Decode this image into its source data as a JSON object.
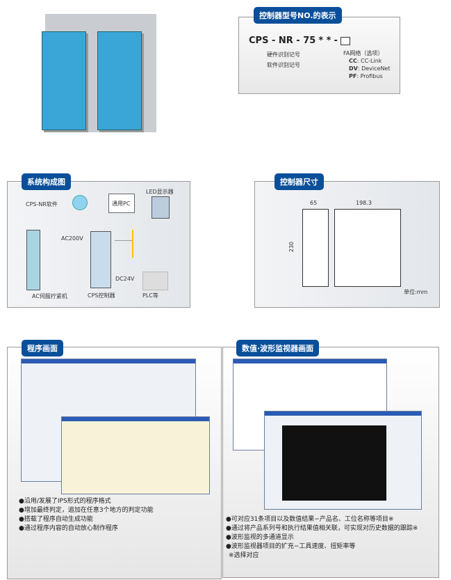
{
  "model": {
    "title": "控制器型号NO.的表示",
    "code": "CPS - NR - 75",
    "stars": "* *",
    "dash": "-",
    "hw": "硬件识别记号",
    "sw": "软件识别记号",
    "fa": "FA网络（选项）",
    "options": [
      {
        "k": "CC",
        "v": ": CC-Link"
      },
      {
        "k": "DV",
        "v": ": DeviceNet"
      },
      {
        "k": "PF",
        "v": ": Profibus"
      }
    ]
  },
  "system": {
    "title": "系统构成图",
    "software": "CPS-NR软件",
    "pc": "通用PC",
    "led": "LED显示器",
    "ac200": "AC200V",
    "dc24": "DC24V",
    "servo": "AC伺服拧紧机",
    "controller": "CPS控制器",
    "plc": "PLC等"
  },
  "dimensions": {
    "title": "控制器尺寸",
    "width": "65",
    "depth": "198.3",
    "height": "230",
    "unit": "单位:mm"
  },
  "program": {
    "title": "程序画面",
    "bullets": [
      "●沿用/发展了IPS形式的程序格式",
      "●增加最终判定，追加在任意3个地方的判定功能",
      "●搭载了程序自动生成功能",
      "●通过程序内容的自动放心制作程序"
    ]
  },
  "monitor": {
    "title": "数值·波形监视器画面",
    "bullets": [
      "●可对应31条项目以及数值结果−产品名、工位名称等项目※",
      "●通过将产品系列号和执行结果值相关联，可实现对历史数据的跟踪※",
      "●波形监视的多通道显示",
      "●波形监视器项目的扩充−工具速度、扭矩率等"
    ],
    "note": "※选择对应"
  }
}
